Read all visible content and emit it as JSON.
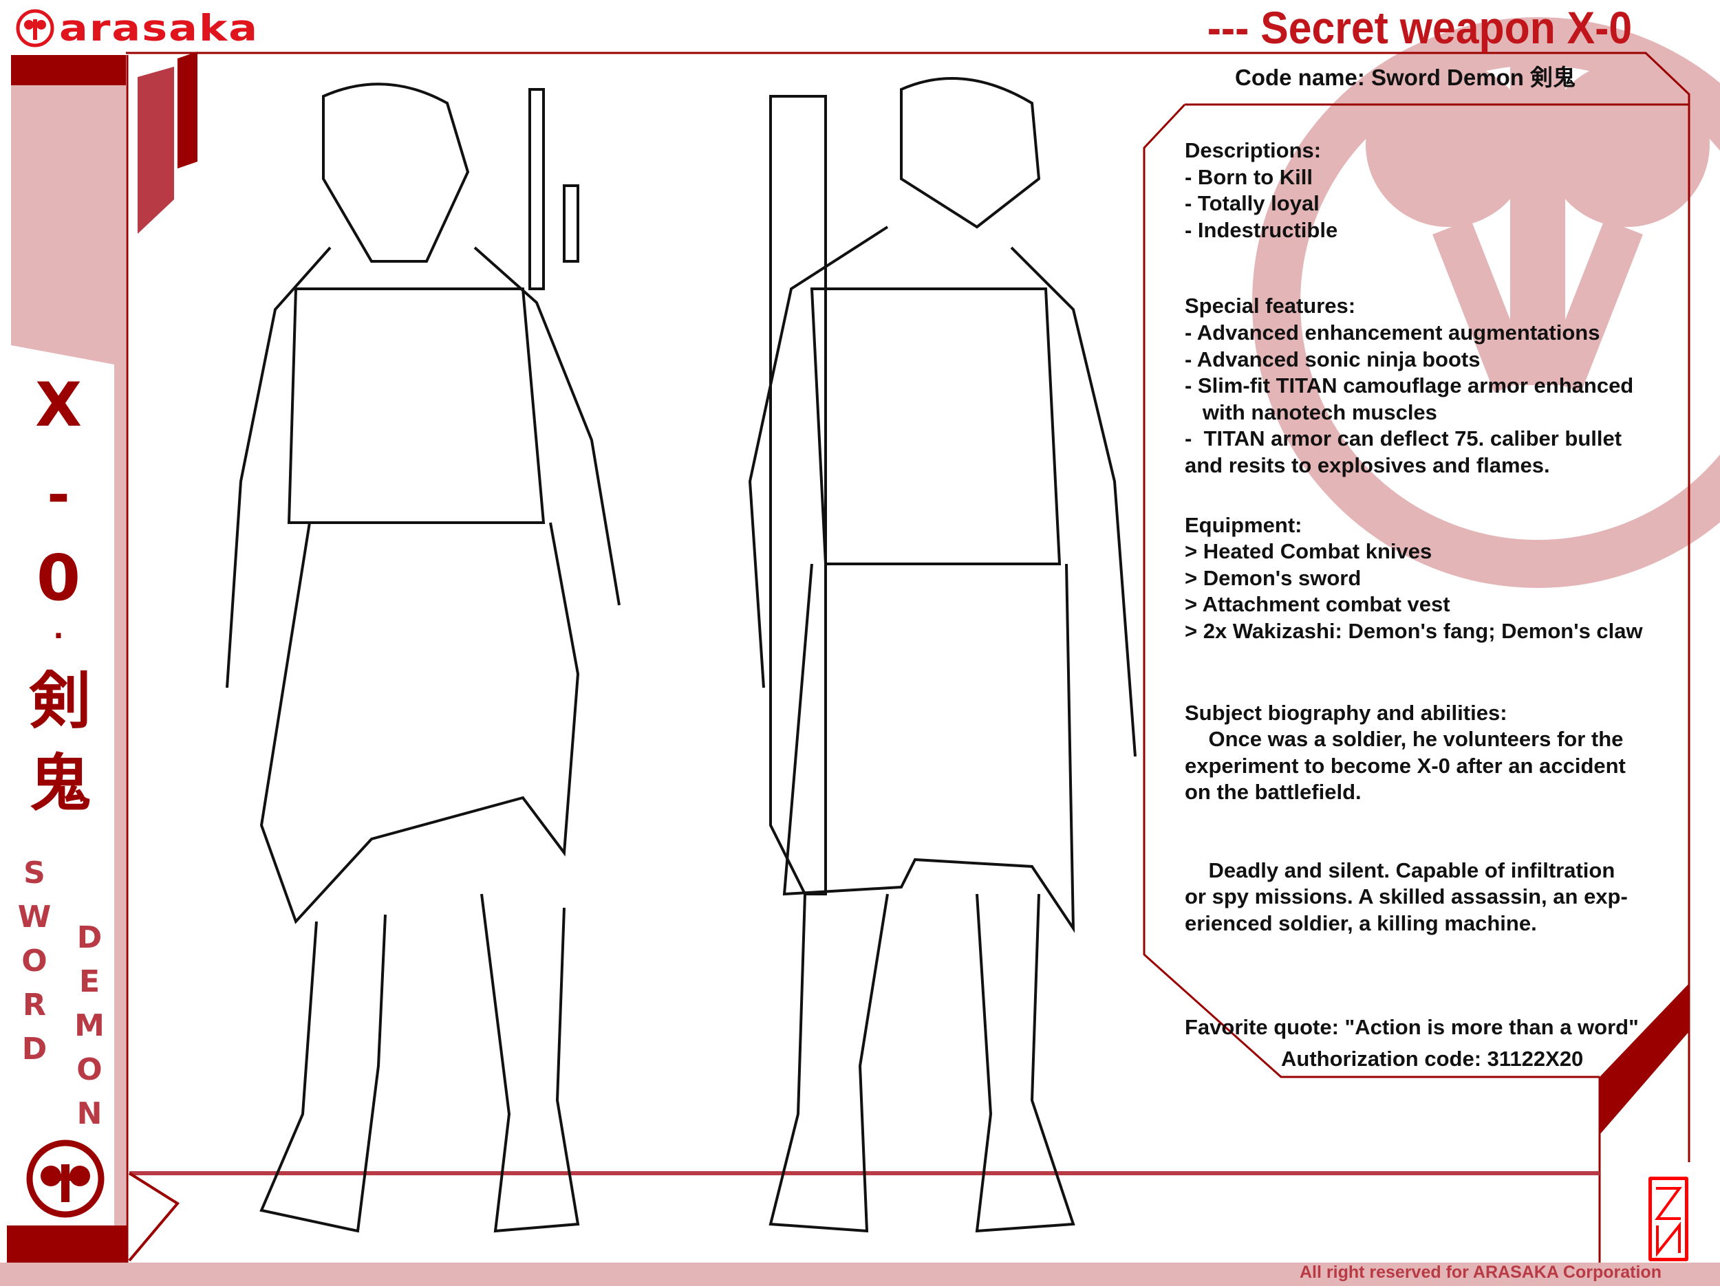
{
  "brand": {
    "logo_text": "arasaka",
    "logo_icon": "arasaka-emblem-icon"
  },
  "header": {
    "title": "--- Secret weapon X-0",
    "code_name": "Code name: Sword Demon 剣鬼"
  },
  "sidebar": {
    "designation": [
      "X",
      "-",
      "0",
      "·",
      "剣",
      "鬼"
    ],
    "word1": [
      "S",
      "W",
      "O",
      "R",
      "D"
    ],
    "word2": [
      "D",
      "E",
      "M",
      "O",
      "N"
    ],
    "emblem_icon": "arasaka-emblem-icon"
  },
  "info": {
    "sections": [
      {
        "lines": [
          "Descriptions:",
          "- Born to Kill",
          "- Totally loyal",
          "- Indestructible"
        ]
      },
      {
        "lines": [
          "Special features:",
          "- Advanced enhancement augmentations",
          "- Advanced sonic ninja boots",
          "- Slim-fit TITAN camouflage armor enhanced",
          "   with nanotech muscles",
          "-  TITAN armor can deflect 75. caliber bullet",
          "and resits to explosives and flames."
        ]
      },
      {
        "lines": [
          "Equipment:",
          "> Heated Combat knives",
          "> Demon's sword",
          "> Attachment combat vest",
          "> 2x Wakizashi: Demon's fang; Demon's claw"
        ]
      },
      {
        "lines": [
          "Subject biography and abilities:",
          "    Once was a soldier, he volunteers for the",
          "experiment to become X-0 after an accident",
          "on the battlefield."
        ]
      },
      {
        "lines": [
          "    Deadly and silent. Capable of infiltration",
          "or spy missions. A skilled assassin, an exp-",
          "erienced soldier, a killing machine."
        ]
      },
      {
        "lines": [
          "Favorite quote: \"Action is more than a word\""
        ]
      }
    ]
  },
  "authorization": "Authorization code: 31122X20",
  "footer": {
    "copyright": "All right reserved for ARASAKA Corporation"
  },
  "signature": "ZИ",
  "colors": {
    "dark_red": "#9b0000",
    "red": "#c0161b",
    "pink": "#e4b5b7",
    "rose": "#b83a45"
  }
}
